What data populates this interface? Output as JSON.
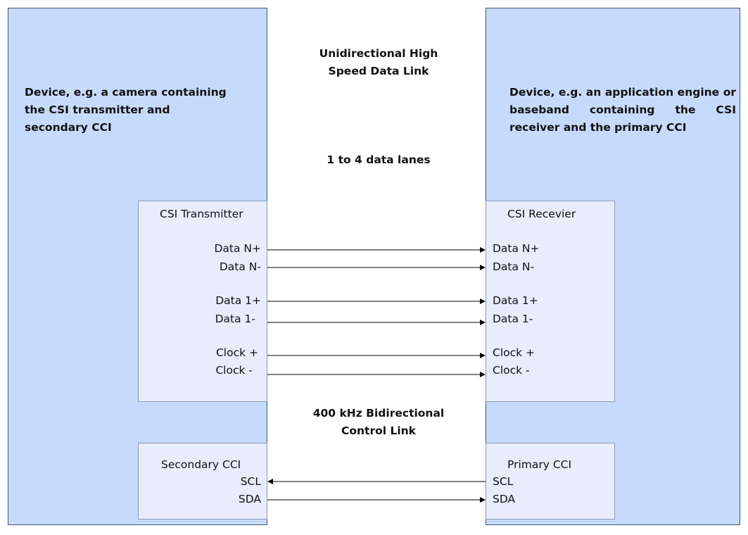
{
  "left_device": {
    "label": "Device, e.g. a camera containing the CSI transmitter and secondary CCI"
  },
  "right_device": {
    "label": "Device, e.g. an application engine or baseband containing the CSI receiver and the primary CCI"
  },
  "high_speed_link": {
    "label_line1": "Unidirectional High",
    "label_line2": "Speed Data Link",
    "lanes": "1 to 4 data lanes"
  },
  "control_link": {
    "label_line1": "400 kHz Bidirectional",
    "label_line2": "Control Link"
  },
  "csi_transmitter": {
    "title": "CSI Transmitter",
    "pins": [
      "Data N+",
      "Data N-",
      "Data 1+",
      "Data 1-",
      "Clock +",
      "Clock -"
    ]
  },
  "csi_receiver": {
    "title": "CSI Recevier",
    "pins": [
      "Data N+",
      "Data N-",
      "Data 1+",
      "Data 1-",
      "Clock +",
      "Clock -"
    ]
  },
  "secondary_cci": {
    "title": "Secondary CCI",
    "pins": [
      "SCL",
      "SDA"
    ]
  },
  "primary_cci": {
    "title": "Primary CCI",
    "pins": [
      "SCL",
      "SDA"
    ]
  },
  "signals": [
    {
      "name": "Data N+",
      "direction": "to-receiver"
    },
    {
      "name": "Data N-",
      "direction": "to-receiver"
    },
    {
      "name": "Data 1+",
      "direction": "to-receiver"
    },
    {
      "name": "Data 1-",
      "direction": "to-receiver"
    },
    {
      "name": "Clock +",
      "direction": "to-receiver"
    },
    {
      "name": "Clock -",
      "direction": "to-receiver"
    },
    {
      "name": "SCL",
      "direction": "to-secondary"
    },
    {
      "name": "SDA",
      "direction": "to-primary"
    }
  ],
  "colors": {
    "device_fill": "#c6dbfb",
    "block_fill": "#e9ecfb",
    "line": "#000000"
  }
}
